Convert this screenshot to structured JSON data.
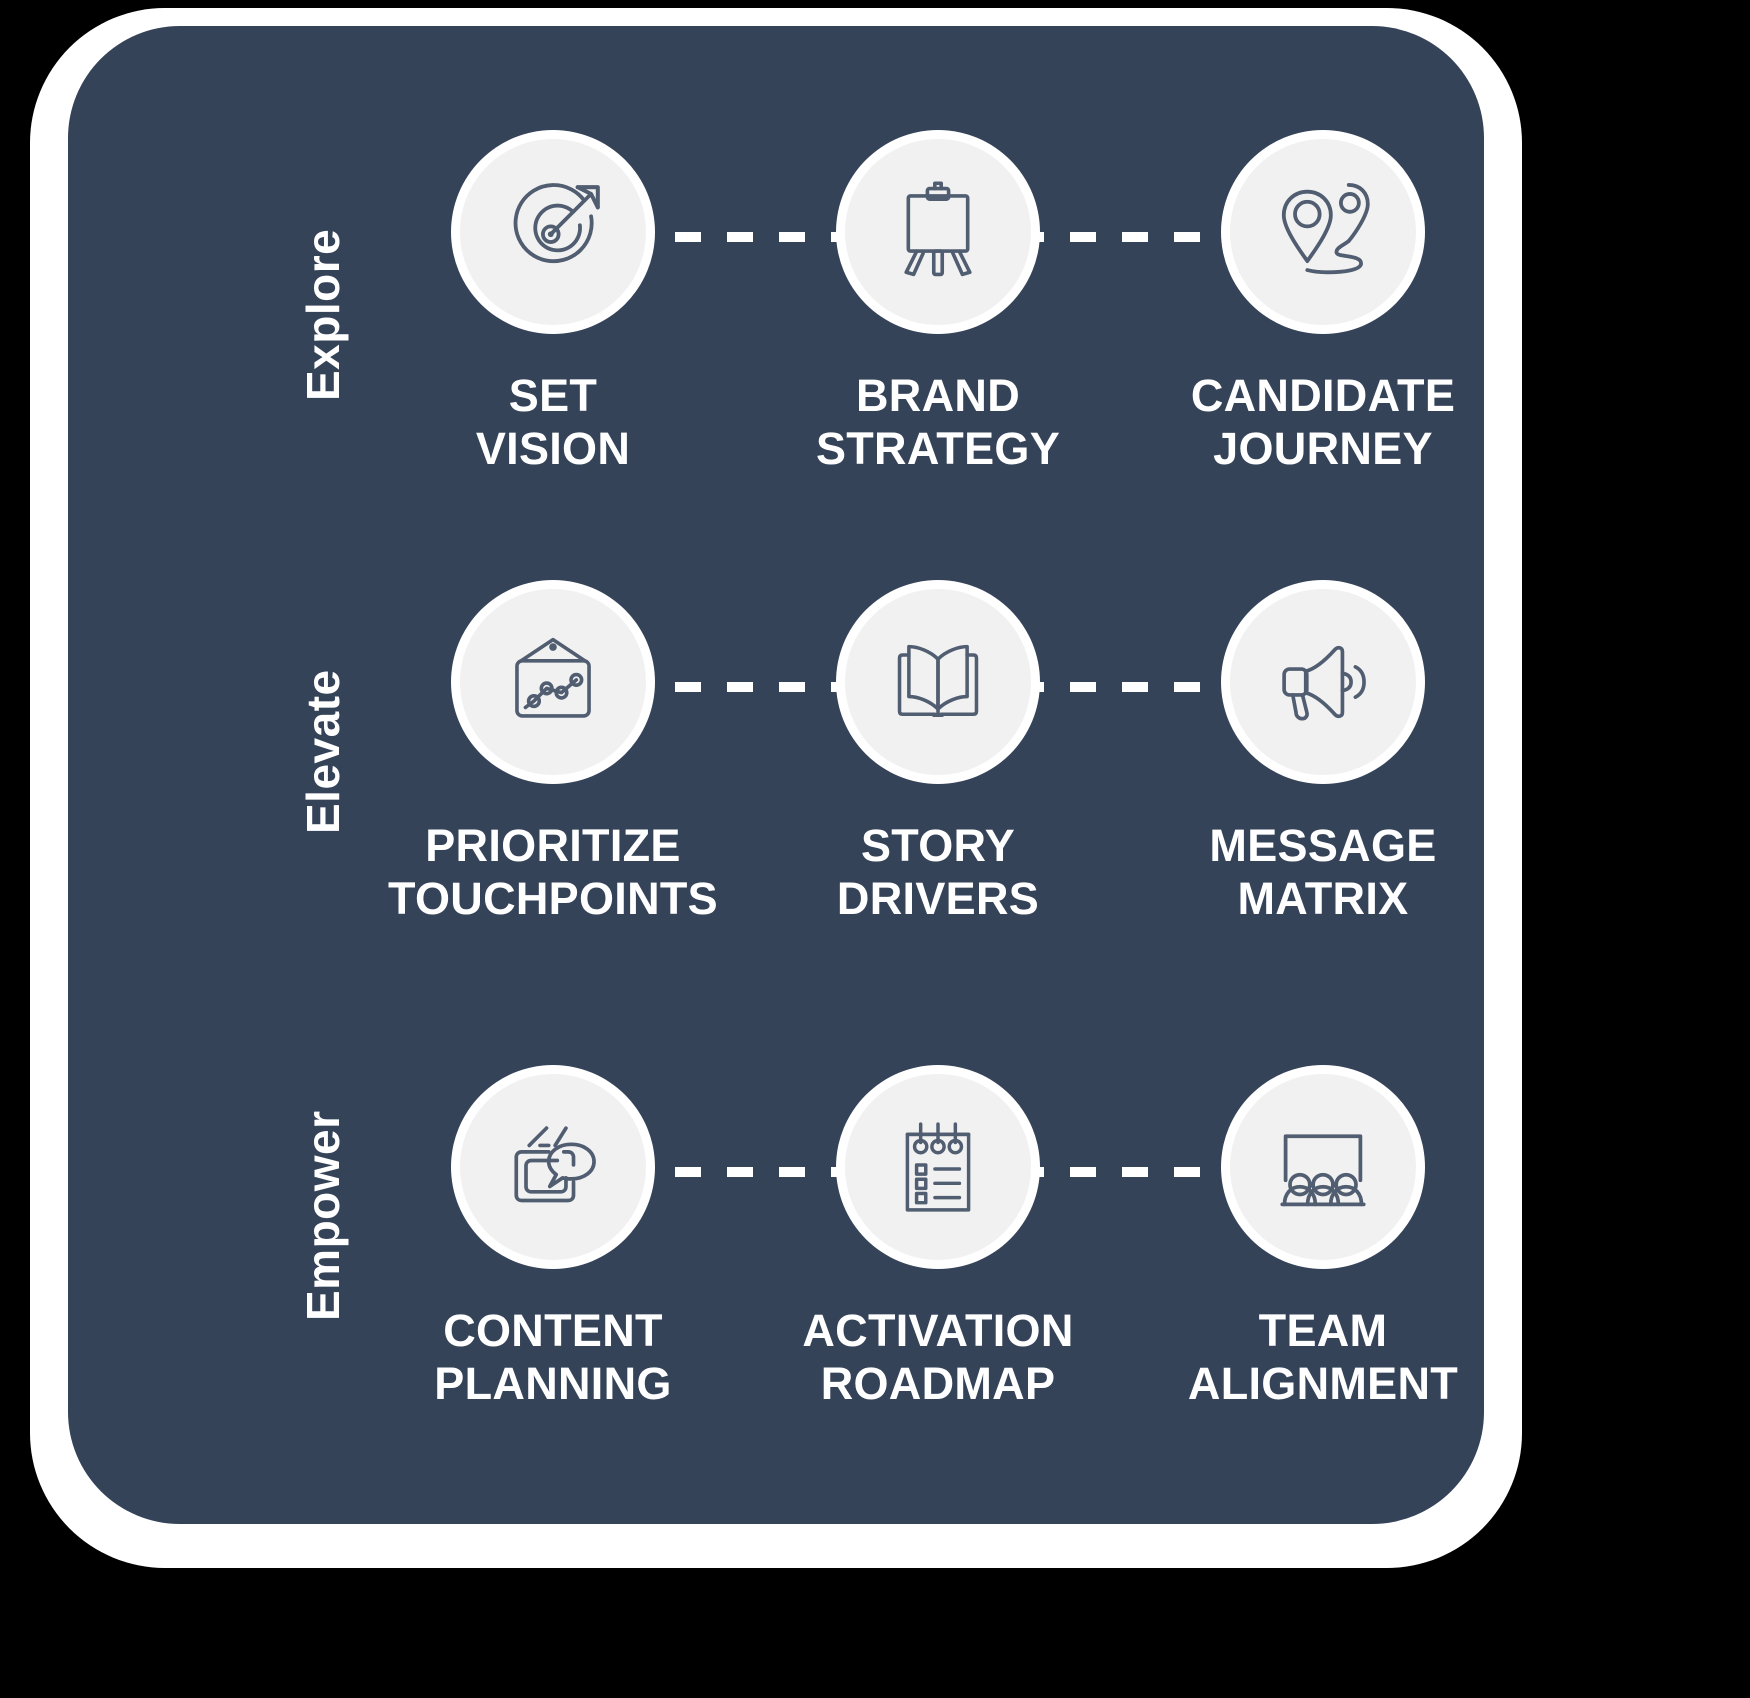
{
  "colors": {
    "page_background": "#000000",
    "frame": "#ffffff",
    "panel": "#354359",
    "circle_fill": "#f1f1f1",
    "icon_stroke": "#515d70",
    "label_text": "#ffffff",
    "connector": "#ffffff"
  },
  "diagram": {
    "type": "three-stage process grid",
    "rows": [
      {
        "stage_label": "Explore",
        "steps": [
          {
            "label": "SET\nVISION",
            "icon": "target-arrow-icon"
          },
          {
            "label": "BRAND\nSTRATEGY",
            "icon": "easel-board-icon"
          },
          {
            "label": "CANDIDATE\nJOURNEY",
            "icon": "map-pins-route-icon"
          }
        ]
      },
      {
        "stage_label": "Elevate",
        "steps": [
          {
            "label": "PRIORITIZE\nTOUCHPOINTS",
            "icon": "hanging-sign-chart-icon"
          },
          {
            "label": "STORY\nDRIVERS",
            "icon": "open-book-icon"
          },
          {
            "label": "MESSAGE\nMATRIX",
            "icon": "megaphone-icon"
          }
        ]
      },
      {
        "stage_label": "Empower",
        "steps": [
          {
            "label": "CONTENT\nPLANNING",
            "icon": "tv-speech-bubble-icon"
          },
          {
            "label": "ACTIVATION\nROADMAP",
            "icon": "notepad-checklist-icon"
          },
          {
            "label": "TEAM\nALIGNMENT",
            "icon": "team-presentation-icon"
          }
        ]
      }
    ]
  }
}
